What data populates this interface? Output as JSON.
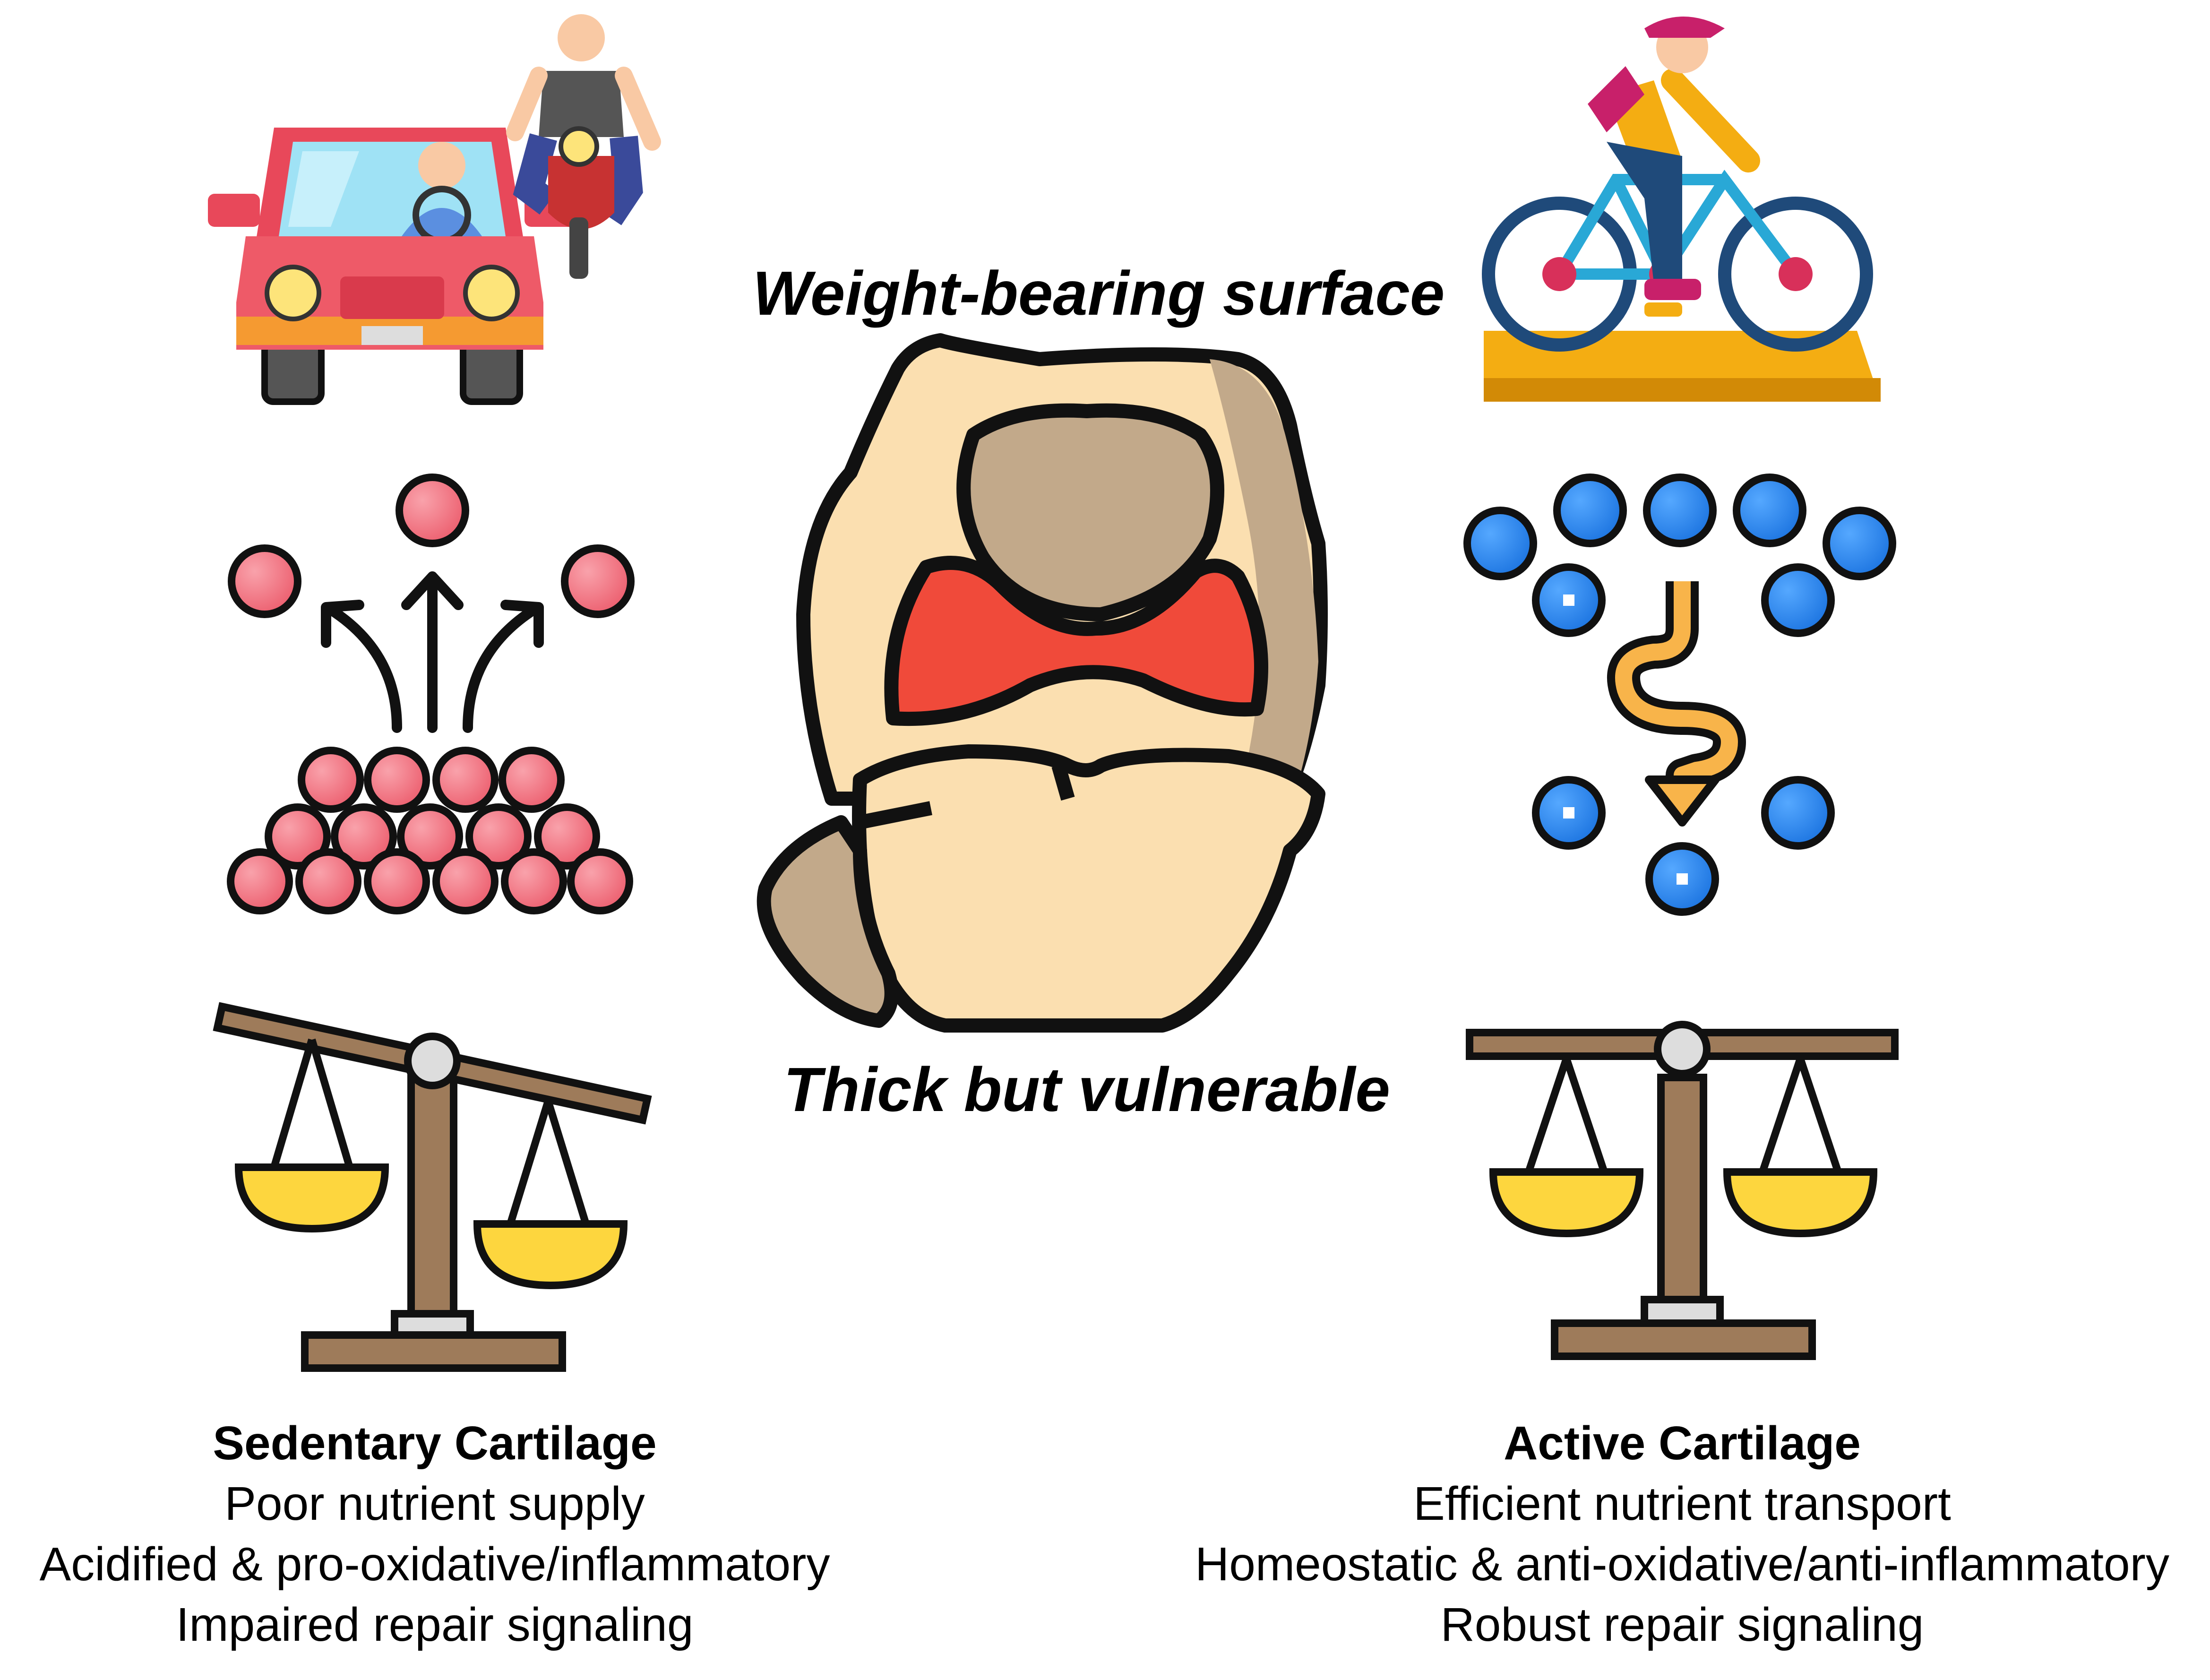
{
  "center": {
    "top_label": "Weight-bearing surface",
    "bottom_label": "Thick but vulnerable"
  },
  "left_panel": {
    "title": "Sedentary Cartilage",
    "lines": [
      "Poor nutrient supply",
      "Acidified & pro-oxidative/inflammatory",
      "Impaired repair signaling"
    ],
    "icons": [
      "car-icon",
      "scooter-rider-icon",
      "dispersing-particles-icon",
      "unbalanced-scale-icon"
    ]
  },
  "right_panel": {
    "title": "Active Cartilage",
    "lines": [
      "Efficient nutrient transport",
      "Homeostatic & anti-oxidative/anti-inflammatory",
      "Robust repair signaling"
    ],
    "icons": [
      "cyclist-icon",
      "flowing-particles-icon",
      "balanced-scale-icon"
    ]
  },
  "colors": {
    "outline": "#111111",
    "red_particle": "#f07a86",
    "blue_particle": "#2f8cf0",
    "cartilage_red": "#f04a3a",
    "bone_light": "#fbdfb0",
    "bone_dark": "#c2a98a",
    "scale_gold": "#fdd63e",
    "scale_brown": "#9e7b5a",
    "path_orange": "#f8b44a"
  }
}
